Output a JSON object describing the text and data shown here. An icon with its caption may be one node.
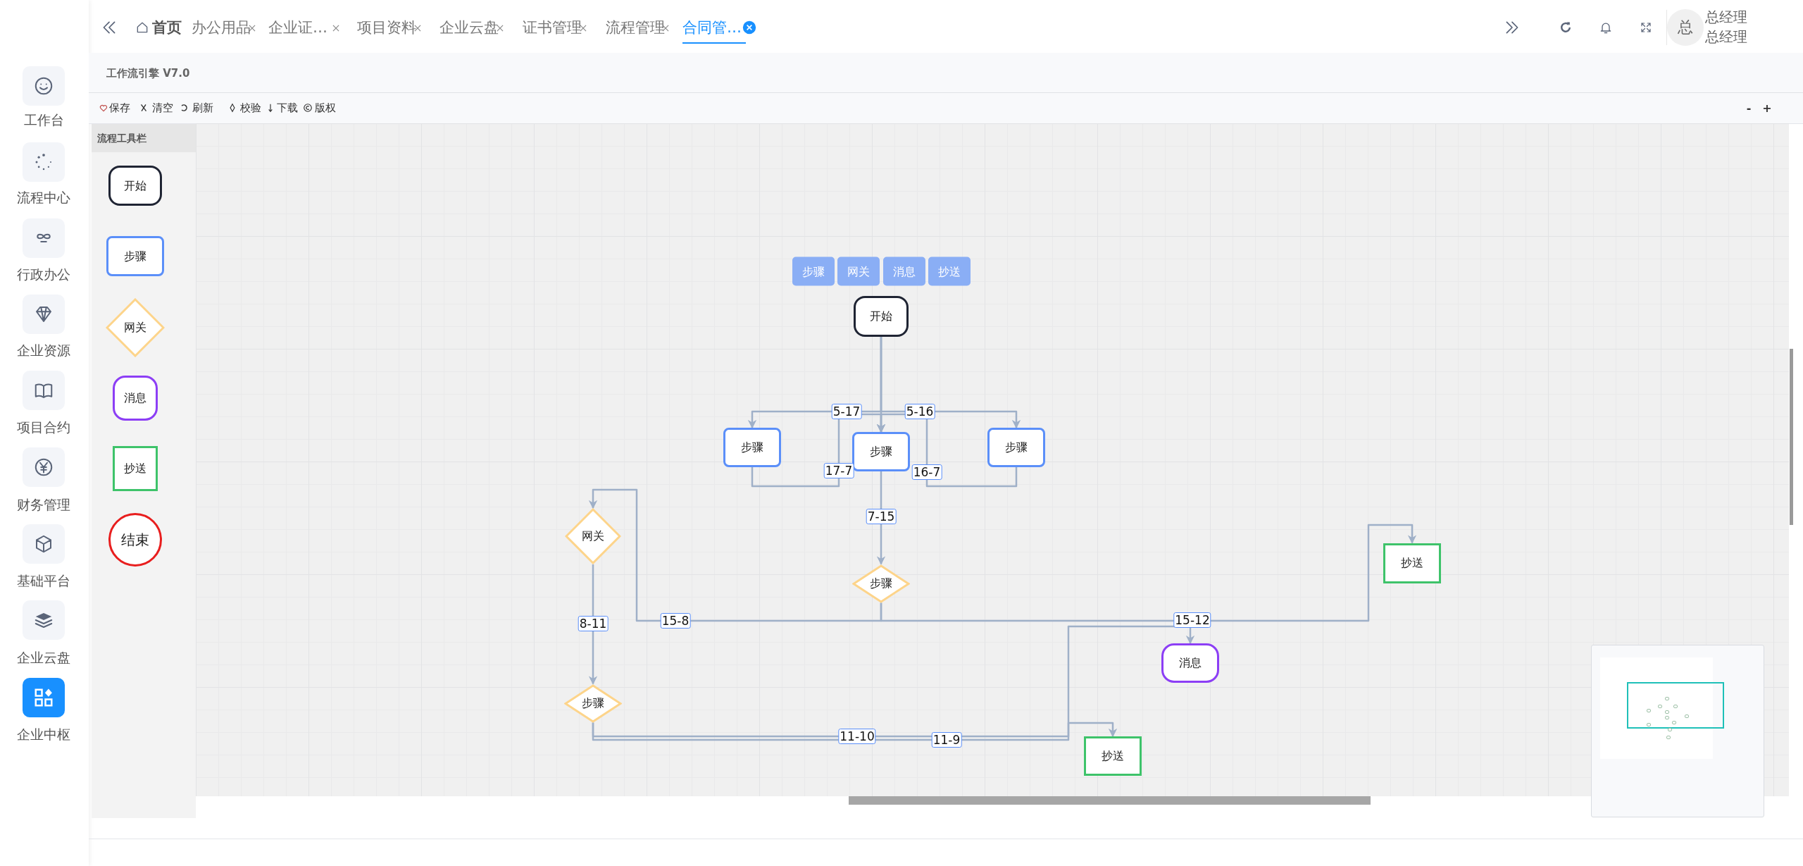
{
  "diagram": {
    "title": "工作流引擎 V7.0",
    "nodes": [
      {
        "text": [
          "流程工具栏"
        ]
      },
      {
        "text": [
          "开始"
        ],
        "in": 0
      },
      {
        "text": [
          "步骤"
        ],
        "in": 0
      },
      {
        "text": [
          "网关"
        ],
        "in": 0
      },
      {
        "text": [
          "消息"
        ],
        "in": 0
      },
      {
        "text": [
          "抄送"
        ],
        "in": 0
      },
      {
        "text": [
          "结束"
        ],
        "in": 0
      },
      {
        "text": [
          "开始"
        ]
      },
      {
        "text": [
          "步骤"
        ]
      },
      {
        "text": [
          "步骤"
        ]
      },
      {
        "text": [
          "步骤"
        ]
      },
      {
        "text": [
          "网关"
        ]
      },
      {
        "text": [
          "抄送"
        ]
      },
      {
        "text": [
          "步骤"
        ]
      },
      {
        "text": [
          "消息"
        ]
      },
      {
        "text": [
          "步骤"
        ]
      },
      {
        "text": [
          "抄送"
        ]
      }
    ],
    "edges": [
      {
        "from": 7,
        "to": 8,
        "arrow": "to",
        "label": "5-17"
      },
      {
        "from": 7,
        "to": 9,
        "arrow": "to"
      },
      {
        "from": 7,
        "to": 10,
        "arrow": "to",
        "label": "5-16"
      },
      {
        "from": 8,
        "to": 9,
        "arrow": "to",
        "label": "17-7"
      },
      {
        "from": 10,
        "to": 9,
        "arrow": "to",
        "label": "16-7"
      },
      {
        "from": 9,
        "to": 13,
        "arrow": "to",
        "label": "7-15"
      },
      {
        "from": 13,
        "to": 11,
        "arrow": "to",
        "label": "15-8"
      },
      {
        "from": 13,
        "to": 12,
        "arrow": "to",
        "label": "15-12"
      },
      {
        "from": 11,
        "to": 15,
        "arrow": "to",
        "label": "8-11"
      },
      {
        "from": 15,
        "to": 16,
        "arrow": "to",
        "label": "11-10"
      },
      {
        "from": 15,
        "to": 14,
        "arrow": "to",
        "label": "11-9"
      }
    ],
    "labels": [
      "首页",
      "办公用品",
      "企业证…",
      "项目资料",
      "企业云盘",
      "证书管理",
      "流程管理",
      "合同管…",
      "总",
      "总经理",
      "总经理",
      "工作台",
      "流程中心",
      "行政办公",
      "企业资源",
      "项目合约",
      "财务管理",
      "基础平台",
      "企业云盘",
      "企业中枢",
      "保存",
      "清空",
      "刷新",
      "校验",
      "下载",
      "版权",
      "-",
      "+",
      "步骤",
      "网关",
      "消息",
      "抄送"
    ]
  }
}
